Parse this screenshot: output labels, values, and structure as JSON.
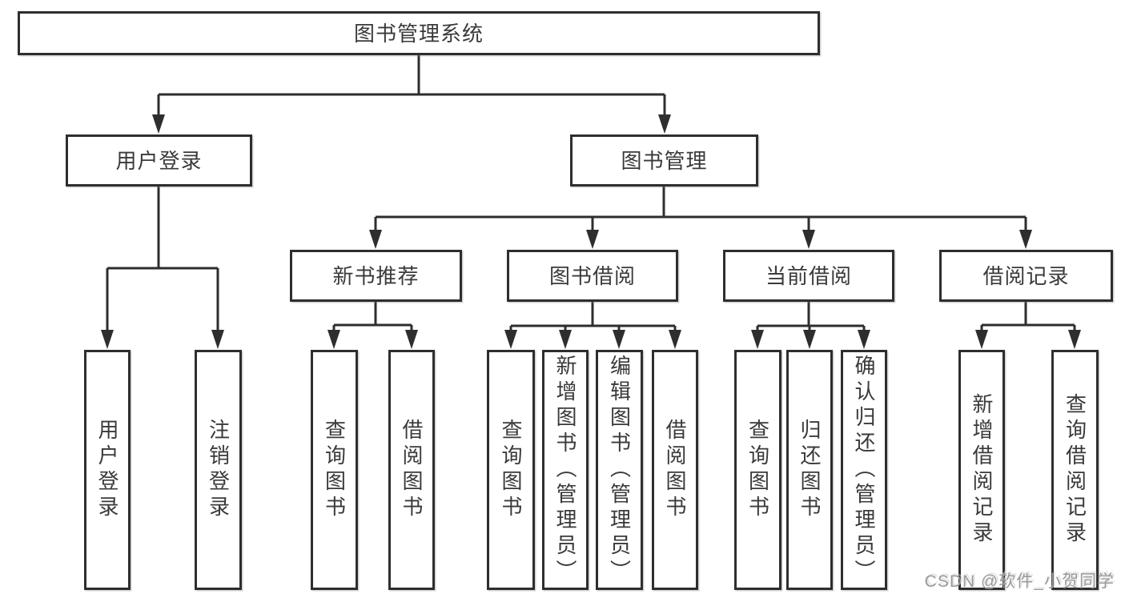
{
  "diagram_title": "图书管理系统",
  "tree": {
    "label": "图书管理系统",
    "children": [
      {
        "label": "用户登录",
        "children": [
          {
            "label": "用户登录"
          },
          {
            "label": "注销登录"
          }
        ]
      },
      {
        "label": "图书管理",
        "children": [
          {
            "label": "新书推荐",
            "children": [
              {
                "label": "查询图书"
              },
              {
                "label": "借阅图书"
              }
            ]
          },
          {
            "label": "图书借阅",
            "children": [
              {
                "label": "查询图书"
              },
              {
                "label": "新增图书（管理员）"
              },
              {
                "label": "编辑图书（管理员）"
              },
              {
                "label": "借阅图书"
              }
            ]
          },
          {
            "label": "当前借阅",
            "children": [
              {
                "label": "查询图书"
              },
              {
                "label": "归还图书"
              },
              {
                "label": "确认归还（管理员）"
              }
            ]
          },
          {
            "label": "借阅记录",
            "children": [
              {
                "label": "新增借阅记录"
              },
              {
                "label": "查询借阅记录"
              }
            ]
          }
        ]
      }
    ]
  },
  "watermark": {
    "text": "CSDN @软件_小贺同学"
  },
  "colors": {
    "line": "#2e2e2e",
    "box_border": "#2e2e2e",
    "text": "#3a3a3a",
    "watermark": "#9a9a9a",
    "background": "#ffffff"
  }
}
